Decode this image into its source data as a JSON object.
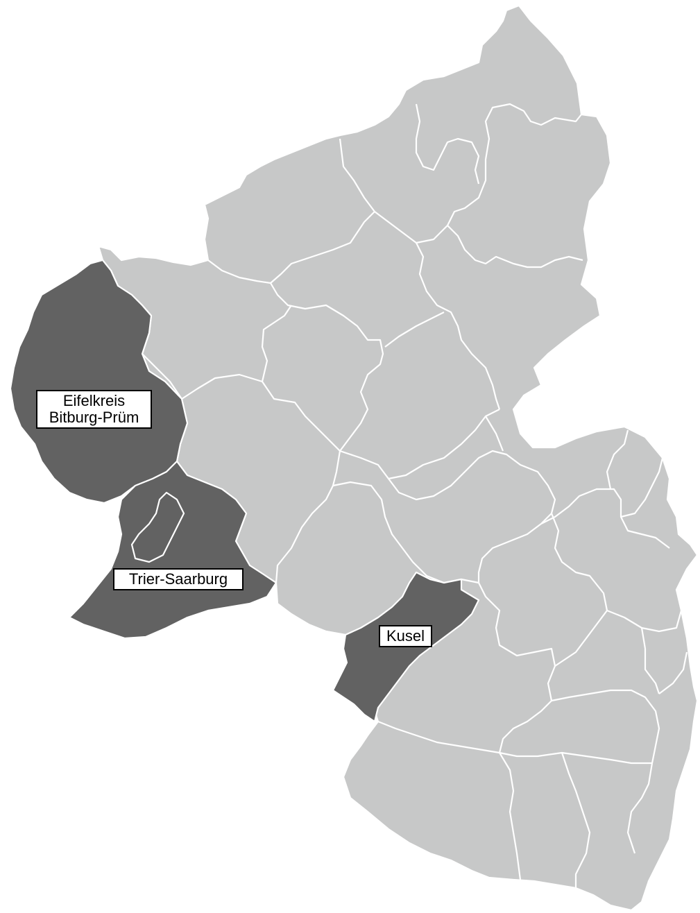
{
  "colors": {
    "background": "#ffffff",
    "region_fill": "#c7c8c8",
    "highlight_fill": "#626262",
    "border": "#ffffff",
    "label_bg": "#ffffff",
    "label_border": "#000000"
  },
  "highlighted_districts": [
    {
      "id": "eifelkreis",
      "lines": [
        "Eifelkreis",
        "Bitburg-Prüm"
      ]
    },
    {
      "id": "trier-saarburg",
      "lines": [
        "Trier-Saarburg"
      ]
    },
    {
      "id": "kusel",
      "lines": [
        "Kusel"
      ]
    }
  ]
}
